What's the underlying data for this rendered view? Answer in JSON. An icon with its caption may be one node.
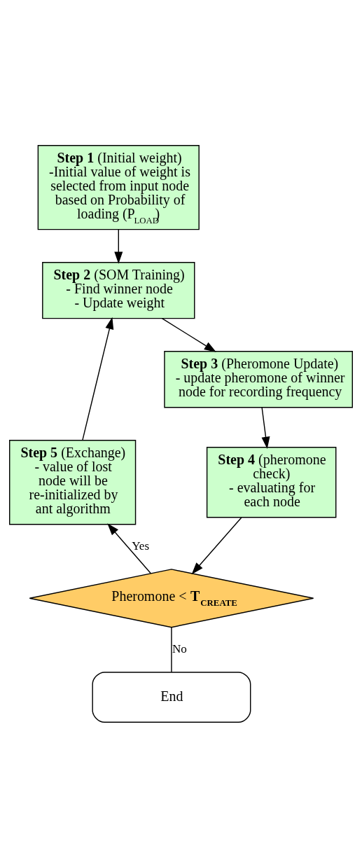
{
  "diagram": {
    "nodes": [
      {
        "text": [
          "**Step 1** (Initial weight)",
          "-Initial value of weight is selected from input node based on Probability of loading (P$_{LOAD}$)"
        ]
      },
      {
        "text": [
          "**Step 2** (SOM Training)",
          "- Find winner node",
          "- Update weight"
        ]
      },
      {
        "text": [
          "**Step 3** (Pheromone Update)",
          "- update pheromone of winner node for recording frequency"
        ]
      },
      {
        "text": [
          "**Step 5** (Exchange)",
          "- value of lost node will be re-initialized by ant algorithm"
        ]
      },
      {
        "text": [
          "**Step 4** (pheromone check)",
          "- evaluating for each node"
        ]
      },
      {
        "text": [
          "Pheromone < **T$_{CREATE}$**"
        ]
      },
      {
        "text": [
          "End"
        ]
      }
    ],
    "edges": [
      {
        "from": 0,
        "to": 1,
        "arrow": "to"
      },
      {
        "from": 1,
        "to": 2,
        "arrow": "to"
      },
      {
        "from": 2,
        "to": 4,
        "arrow": "to"
      },
      {
        "from": 4,
        "to": 5,
        "arrow": "to"
      },
      {
        "from": 5,
        "to": 3,
        "arrow": "to",
        "label": "Yes"
      },
      {
        "from": 3,
        "to": 1,
        "arrow": "to"
      },
      {
        "from": 5,
        "to": 6,
        "arrow": "none",
        "label": "No"
      }
    ]
  }
}
